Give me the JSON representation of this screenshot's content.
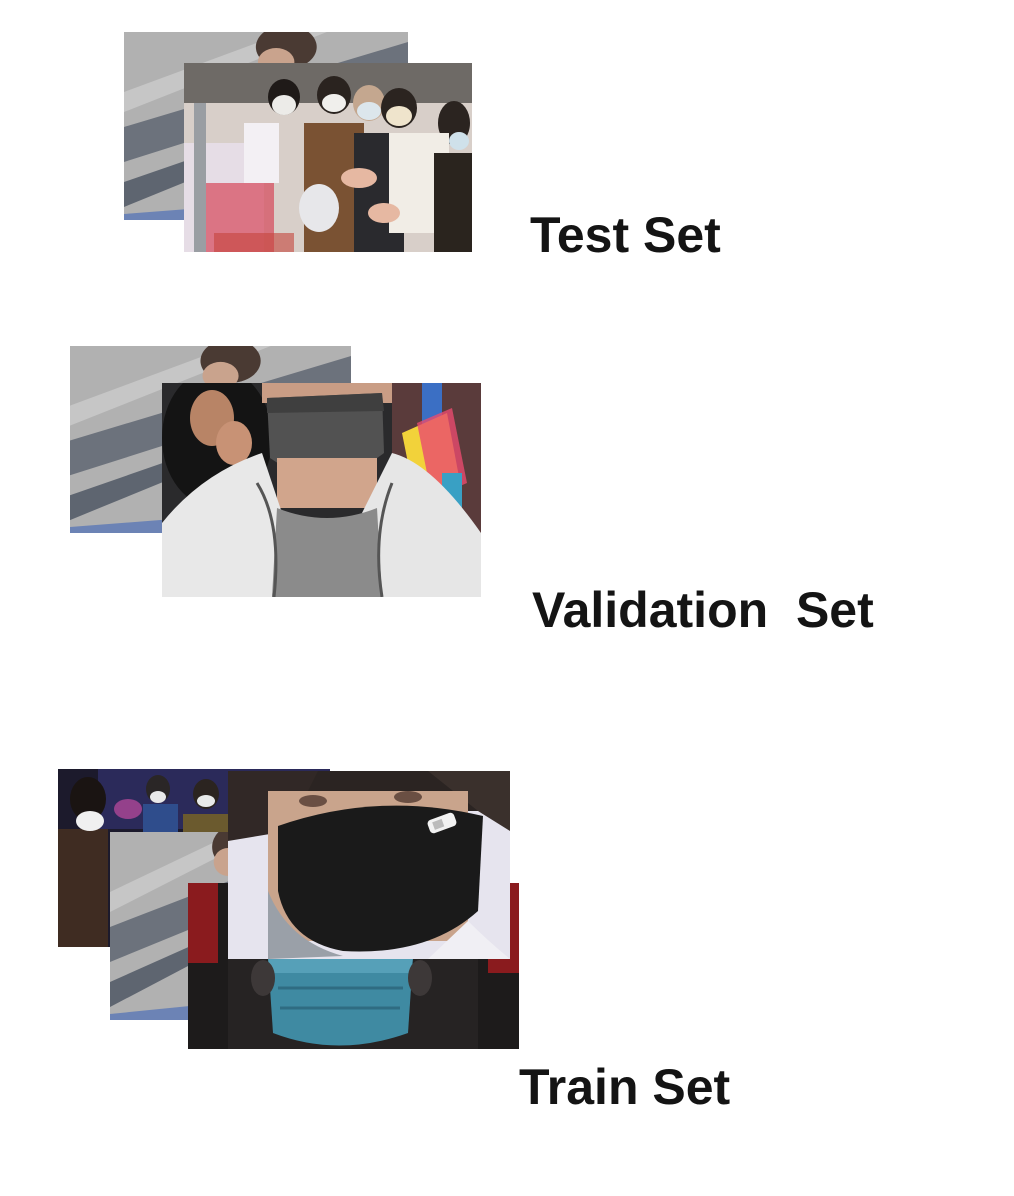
{
  "sets": {
    "test": {
      "label": "Test Set"
    },
    "validation": {
      "label": "Validation  Set"
    },
    "train": {
      "label": "Train Set"
    }
  }
}
